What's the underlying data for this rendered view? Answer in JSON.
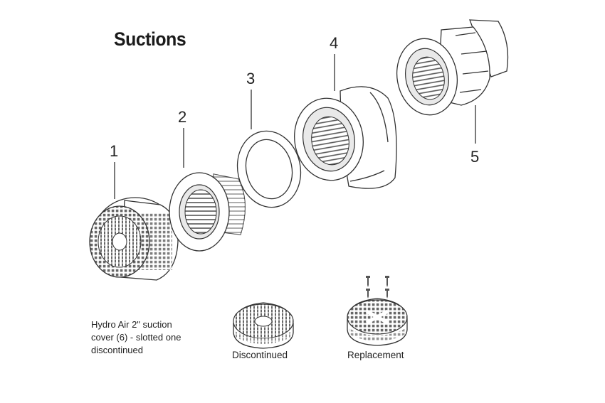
{
  "title": "Suctions",
  "callouts": [
    "1",
    "2",
    "3",
    "4",
    "5"
  ],
  "caption": {
    "line1": "Hydro Air 2\" suction",
    "line2": "cover (6) - slotted one",
    "line3": "discontinued"
  },
  "labels": {
    "discontinued": "Discontinued",
    "replacement": "Replacement"
  },
  "parts": [
    "suction-cover",
    "wall-fitting",
    "gasket-ring",
    "elbow-fitting",
    "threaded-adapter"
  ]
}
